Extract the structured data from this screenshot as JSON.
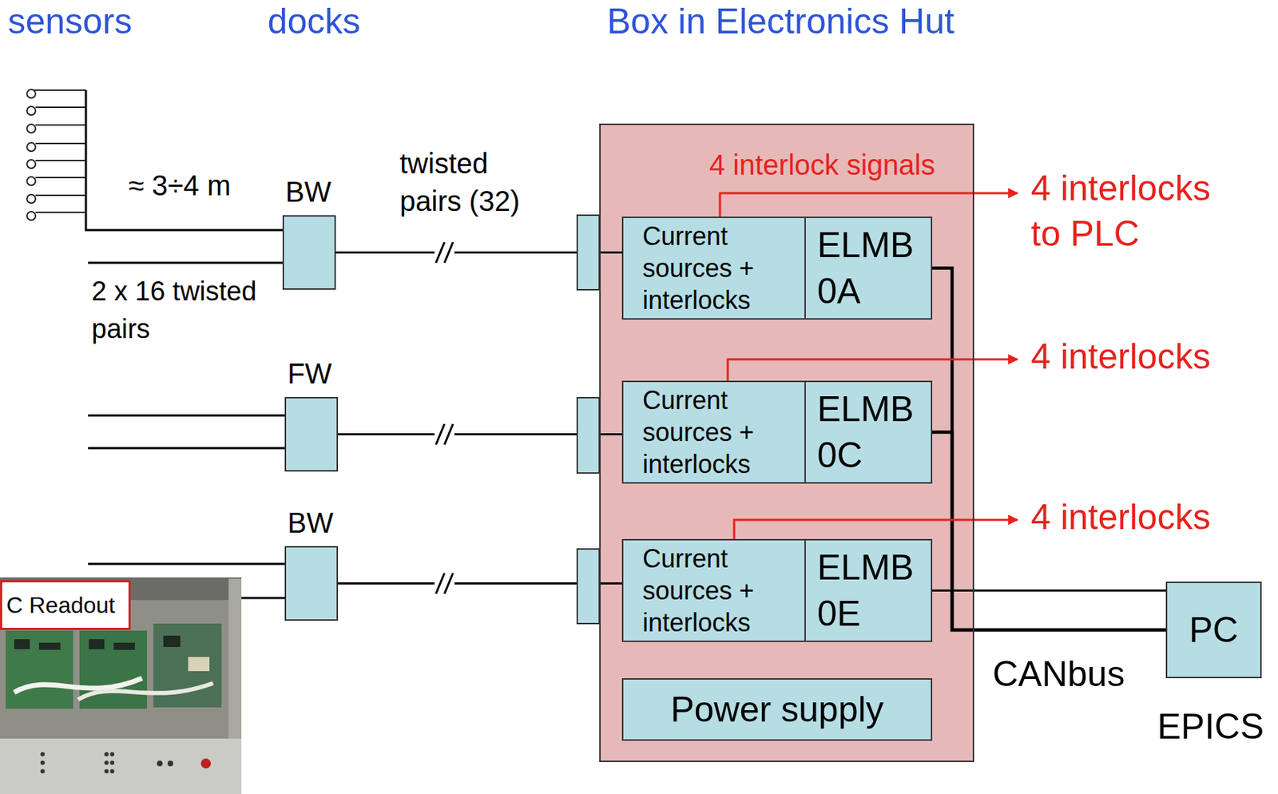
{
  "diagram": {
    "nodes": [
      {
        "text": [
          "BW"
        ]
      },
      {
        "text": [
          "FW"
        ]
      },
      {
        "text": [
          "BW"
        ]
      },
      {
        "text": [
          "Box in Electronics Hut"
        ]
      },
      {
        "text": [
          "Current sources + interlocks"
        ],
        "in": 3
      },
      {
        "text": [
          "ELMB 0A"
        ],
        "in": 3
      },
      {
        "text": [
          "Current sources + interlocks"
        ],
        "in": 3
      },
      {
        "text": [
          "ELMB 0C"
        ],
        "in": 3
      },
      {
        "text": [
          "Current sources + interlocks"
        ],
        "in": 3
      },
      {
        "text": [
          "ELMB 0E"
        ],
        "in": 3
      },
      {
        "text": [
          "Power supply"
        ],
        "in": 3
      },
      {
        "text": [
          "PC"
        ]
      },
      {
        "text": [
          "C Readout"
        ]
      }
    ],
    "edges": [
      {
        "from": 0,
        "to": 4,
        "arrow": "none"
      },
      {
        "from": 1,
        "to": 6,
        "arrow": "none"
      },
      {
        "from": 2,
        "to": 8,
        "arrow": "none"
      },
      {
        "from": 5,
        "to": 11,
        "arrow": "none"
      },
      {
        "from": 7,
        "to": 11,
        "arrow": "none"
      },
      {
        "from": 9,
        "to": 11,
        "arrow": "none"
      }
    ],
    "labels": [
      "sensors",
      "docks",
      "≈ 3÷4 m",
      "2 x 16 twisted pairs",
      "twisted pairs (32)",
      "4 interlock signals",
      "4 interlocks to PLC",
      "4 interlocks",
      "4 interlocks",
      "CANbus",
      "EPICS"
    ]
  }
}
